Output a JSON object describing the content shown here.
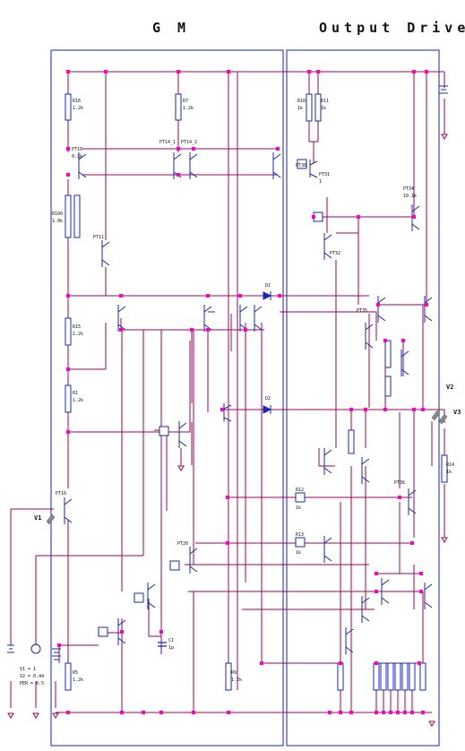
{
  "blocks": {
    "gm_title": "G M",
    "driver_title": "Output Driver"
  },
  "sources": {
    "v1": "V1",
    "v2": "V2",
    "v3": "V3",
    "v1_params": [
      "V1 = 1",
      "V2 = 0.44",
      "PER = 0.5"
    ]
  },
  "capacitor": {
    "name": "C1",
    "value": "1p"
  },
  "colors": {
    "wire": "#a2005e",
    "node": "#ff00c8",
    "box": "#1020c8",
    "device": "#1428b8"
  },
  "labels": {
    "gm_resistors": [
      {
        "name": "R16",
        "value": "1.2k"
      },
      {
        "name": "R7",
        "value": "1.2k"
      },
      {
        "name": "R100",
        "value": "1.0k"
      },
      {
        "name": "R15",
        "value": "1.2k"
      },
      {
        "name": "R1",
        "value": "1.2k"
      },
      {
        "name": "R5",
        "value": "1.2k"
      },
      {
        "name": "R9",
        "value": "1.2k"
      }
    ],
    "gm_transistors": [
      {
        "name": "PT10",
        "value": "0.2k"
      },
      {
        "name": "PT11",
        "value": ""
      },
      {
        "name": "PT14_1",
        "value": ""
      },
      {
        "name": "PT14_2",
        "value": ""
      },
      {
        "name": "PT16",
        "value": ""
      },
      {
        "name": "PT20",
        "value": ""
      }
    ],
    "driver_resistors": [
      {
        "name": "R10",
        "value": "1k"
      },
      {
        "name": "R11",
        "value": "1k"
      },
      {
        "name": "R12",
        "value": "1k"
      },
      {
        "name": "R13",
        "value": "1k"
      },
      {
        "name": "R14",
        "value": "1k"
      }
    ],
    "driver_transistors": [
      {
        "name": "PT30",
        "value": ""
      },
      {
        "name": "PT31",
        "value": "1"
      },
      {
        "name": "PT32",
        "value": ""
      },
      {
        "name": "PT34",
        "value": "10.1k"
      },
      {
        "name": "PT35",
        "value": ""
      },
      {
        "name": "PT36",
        "value": ""
      }
    ],
    "diodes": [
      "D1",
      "D2"
    ]
  }
}
